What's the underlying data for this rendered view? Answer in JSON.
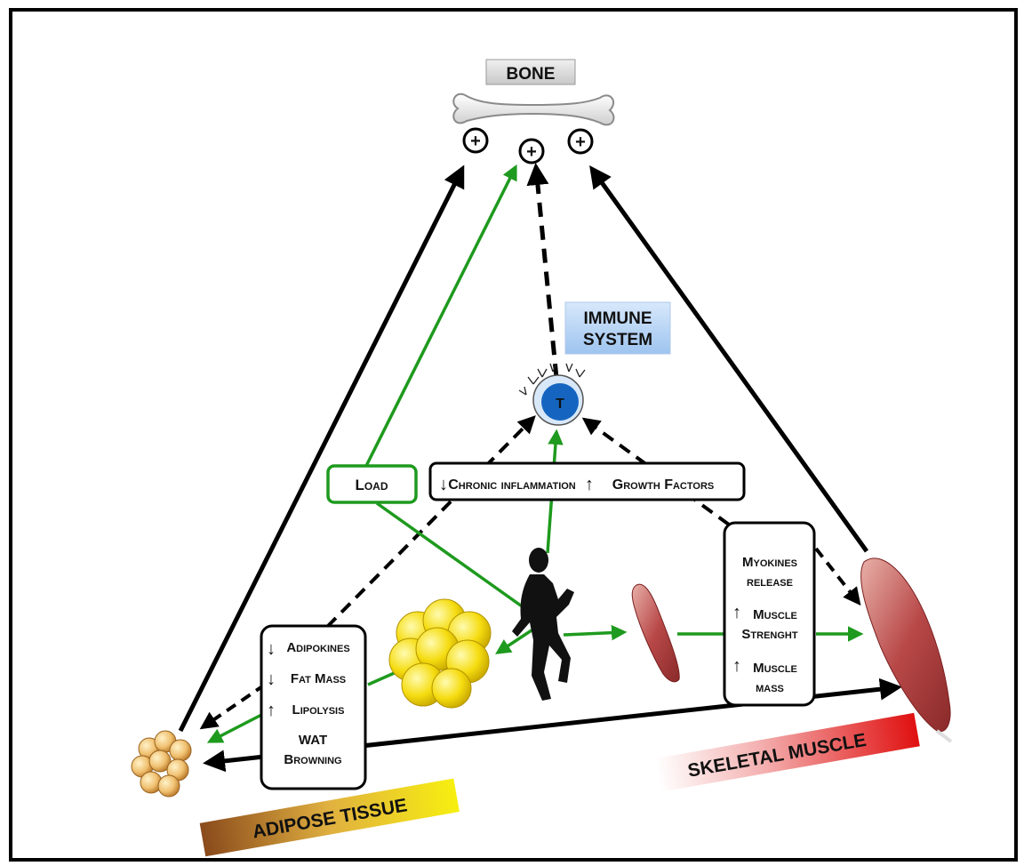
{
  "labels": {
    "bone": "BONE",
    "immune_system_line1": "IMMUNE",
    "immune_system_line2": "SYSTEM",
    "t_cell": "T",
    "load": "Load",
    "chronic_inflammation": "Chronic inflammation",
    "growth_factors": "Growth Factors",
    "adipose_tissue": "ADIPOSE TISSUE",
    "skeletal_muscle": "SKELETAL MUSCLE"
  },
  "adipose_effects": {
    "adipokines": "Adipokines",
    "fat_mass": "Fat Mass",
    "lipolysis": "Lipolysis",
    "wat_line1": "WAT",
    "wat_line2": "Browning"
  },
  "muscle_effects": {
    "myokines_line1": "Myokines",
    "myokines_line2": "release",
    "strength_line1": "Muscle",
    "strength_line2": "Strenght",
    "mass_line1": "Muscle",
    "mass_line2": "mass"
  },
  "symbols": {
    "plus": "+",
    "up_arrow": "↑",
    "down_arrow": "↓"
  },
  "colors": {
    "green": "#1e9a1e",
    "black": "#000000",
    "adipose_yellow": "#f2e600",
    "muscle_red": "#e02020",
    "immune_blue": "#1565c0",
    "fat_yellow": "#f5e000"
  }
}
